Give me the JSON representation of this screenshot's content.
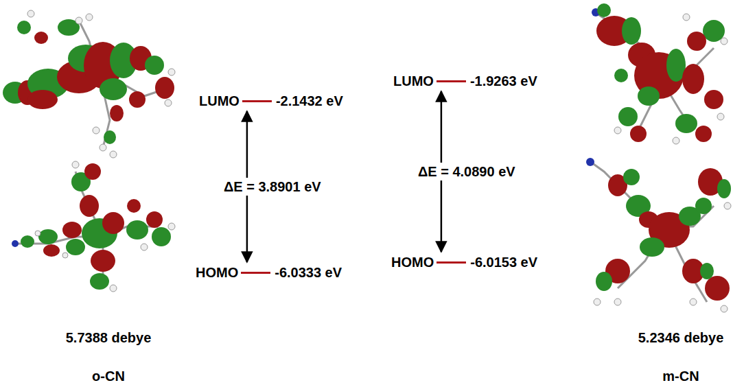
{
  "diagram": {
    "nodes": [
      {
        "text": [
          "LUMO",
          "-2.1432 eV"
        ]
      },
      {
        "text": [
          "HOMO",
          "-6.0333 eV"
        ]
      },
      {
        "text": [
          "LUMO",
          "-1.9263 eV"
        ]
      },
      {
        "text": [
          "HOMO",
          "-6.0153 eV"
        ]
      }
    ],
    "edges": [
      {
        "from": 0,
        "to": 1,
        "arrow": "both",
        "label": "ΔE = 3.8901 eV"
      },
      {
        "from": 2,
        "to": 3,
        "arrow": "both",
        "label": "ΔE = 4.0890 eV"
      }
    ],
    "labels": [
      "5.7388 debye",
      "o-CN",
      "5.2346 debye",
      "m-CN"
    ]
  }
}
